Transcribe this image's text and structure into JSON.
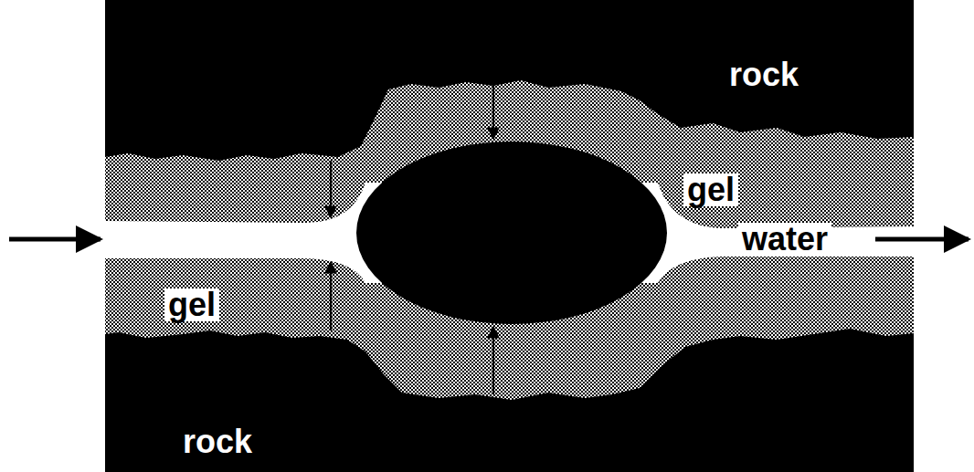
{
  "diagram": {
    "labels": [
      "rock",
      "gel",
      "water",
      "gel",
      "rock"
    ]
  }
}
